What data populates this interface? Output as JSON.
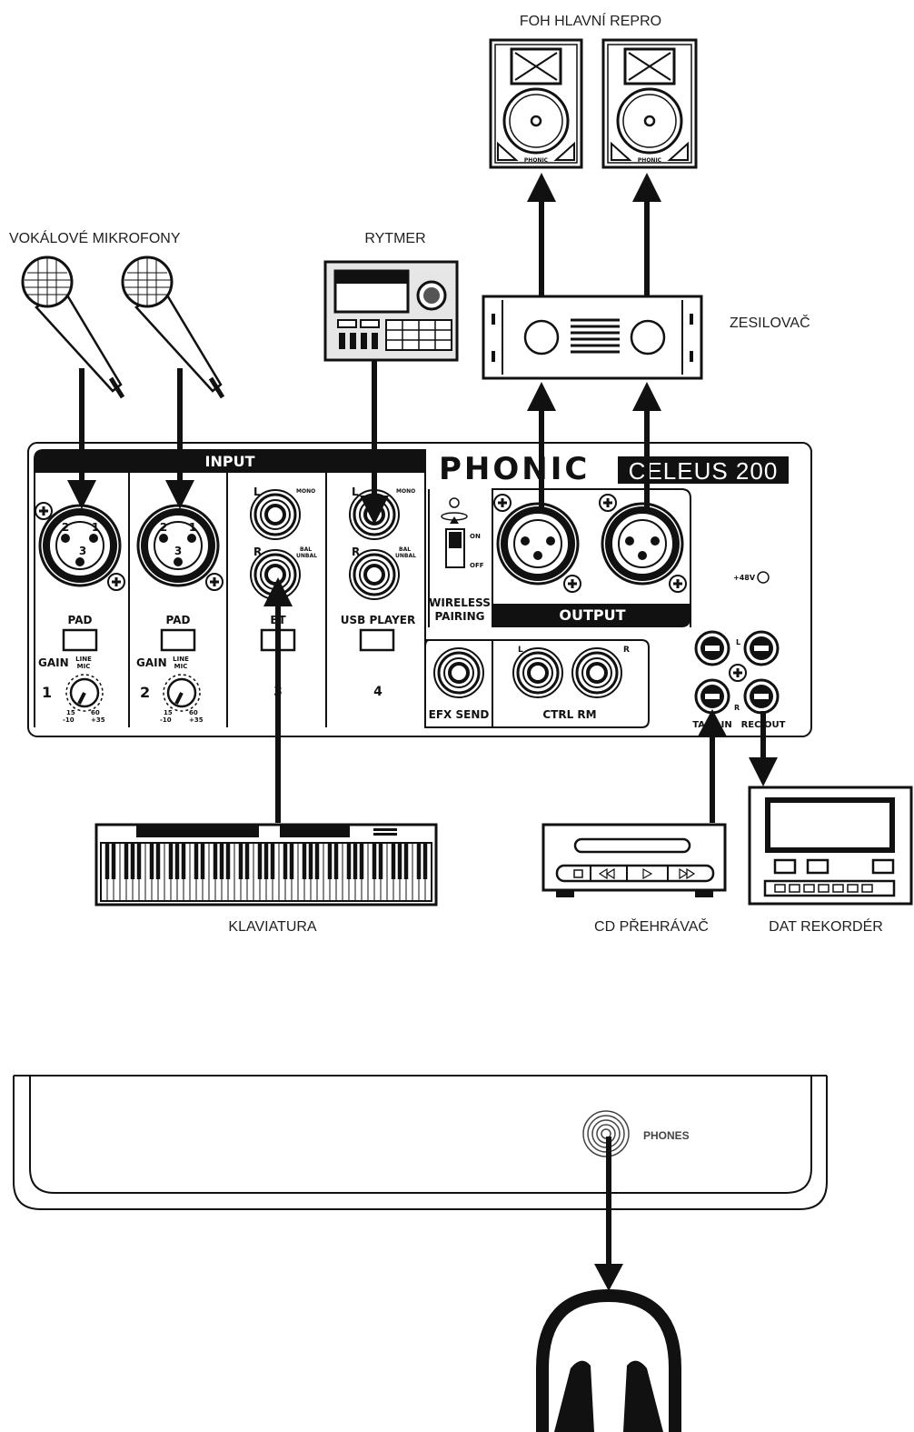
{
  "labels": {
    "foh": "FOH HLAVNÍ REPRO",
    "mics": "VOKÁLOVÉ MIKROFONY",
    "rytmer": "RYTMER",
    "zesilovac": "ZESILOVAČ",
    "klaviatura": "KLAVIATURA",
    "cd": "CD PŘEHRÁVAČ",
    "dat": "DAT REKORDÉR"
  },
  "mixer": {
    "brand": "PHONIC",
    "model": "CELEUS 200",
    "input_header": "INPUT",
    "output_header": "OUTPUT",
    "pad": "PAD",
    "gain": "GAIN",
    "line": "LINE",
    "mic": "MIC",
    "gain_min": "15",
    "gain_max": "60",
    "gain_min2": "-10",
    "gain_max2": "+35",
    "ch1": "1",
    "ch2": "2",
    "ch3": "3",
    "ch4": "4",
    "ch3_button": "BT",
    "ch4_button": "USB PLAYER",
    "jack_l": "L",
    "jack_r": "R",
    "mono": "MONO",
    "bal": "BAL",
    "unbal": "UNBAL",
    "xlr_pins": [
      "1",
      "2",
      "3"
    ],
    "wireless_on": "ON",
    "wireless_off": "OFF",
    "wireless_1": "WIRELESS",
    "wireless_2": "PAIRING",
    "efx_send": "EFX SEND",
    "ctrl_rm": "CTRL RM",
    "phantom": "+48V",
    "tape_in": "TAPE IN",
    "rec_out": "REC OUT",
    "phones": "PHONES"
  },
  "devices": {
    "speaker_logo": "PHONIC"
  }
}
